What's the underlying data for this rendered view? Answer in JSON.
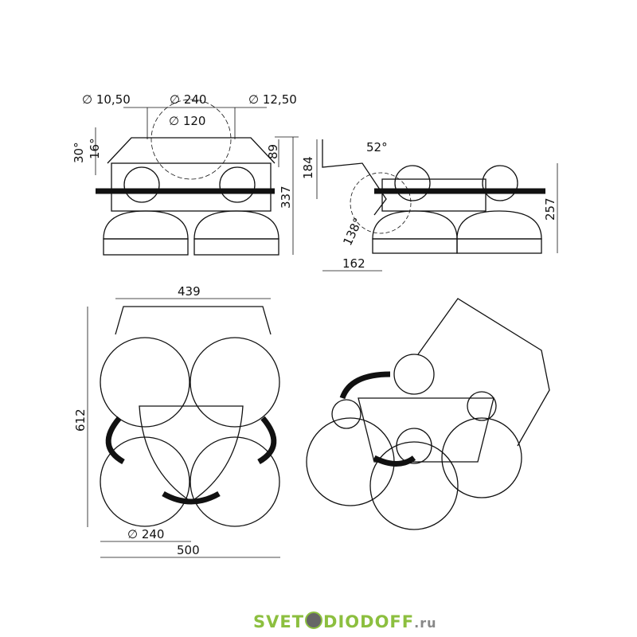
{
  "dimensions": {
    "front": {
      "d1": "∅ 10,50",
      "d2": "∅ 240",
      "d3": "∅ 12,50",
      "d4": "∅ 120",
      "a1": "30°",
      "a2": "16°",
      "h1": "89",
      "h2": "337"
    },
    "side": {
      "h1": "184",
      "a1": "52°",
      "a2": "138°",
      "w1": "162",
      "h2": "257"
    },
    "top": {
      "w1": "439",
      "h1": "612",
      "d1": "∅ 240",
      "w2": "500"
    }
  },
  "logo": {
    "part1": "SVET",
    "part2": "DIODOFF",
    ".ru": ".ru",
    "tld": ".ru"
  },
  "colors": {
    "logo_green": "#8cbf3f",
    "line": "#111111"
  }
}
